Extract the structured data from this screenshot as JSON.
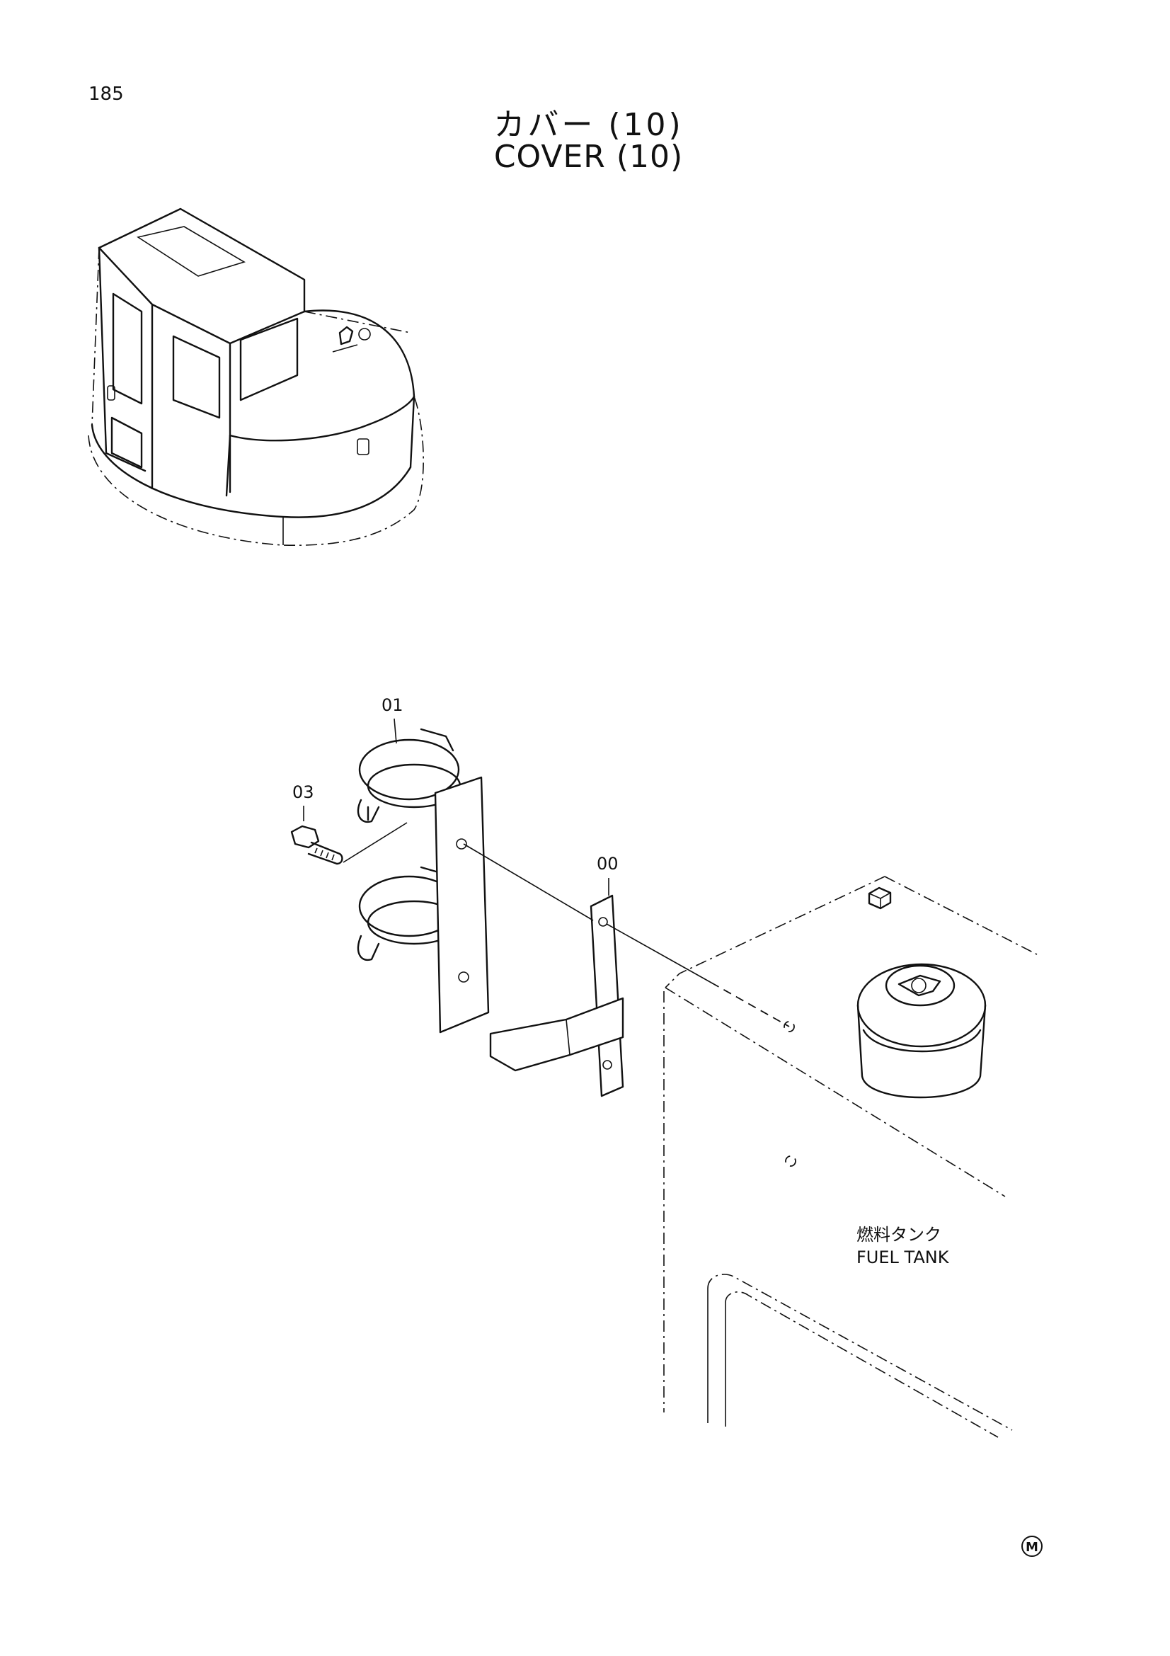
{
  "page": {
    "number": "185",
    "title_jp": "カバー (10)",
    "title_en": "COVER (10)"
  },
  "callouts": [
    {
      "id": "01",
      "label": "01"
    },
    {
      "id": "03",
      "label": "03"
    },
    {
      "id": "00",
      "label": "00"
    }
  ],
  "tank": {
    "label_jp": "燃料タンク",
    "label_en": "FUEL TANK"
  },
  "footer": {
    "mark": "M"
  },
  "colors": {
    "ink": "#111111",
    "paper": "#ffffff"
  }
}
